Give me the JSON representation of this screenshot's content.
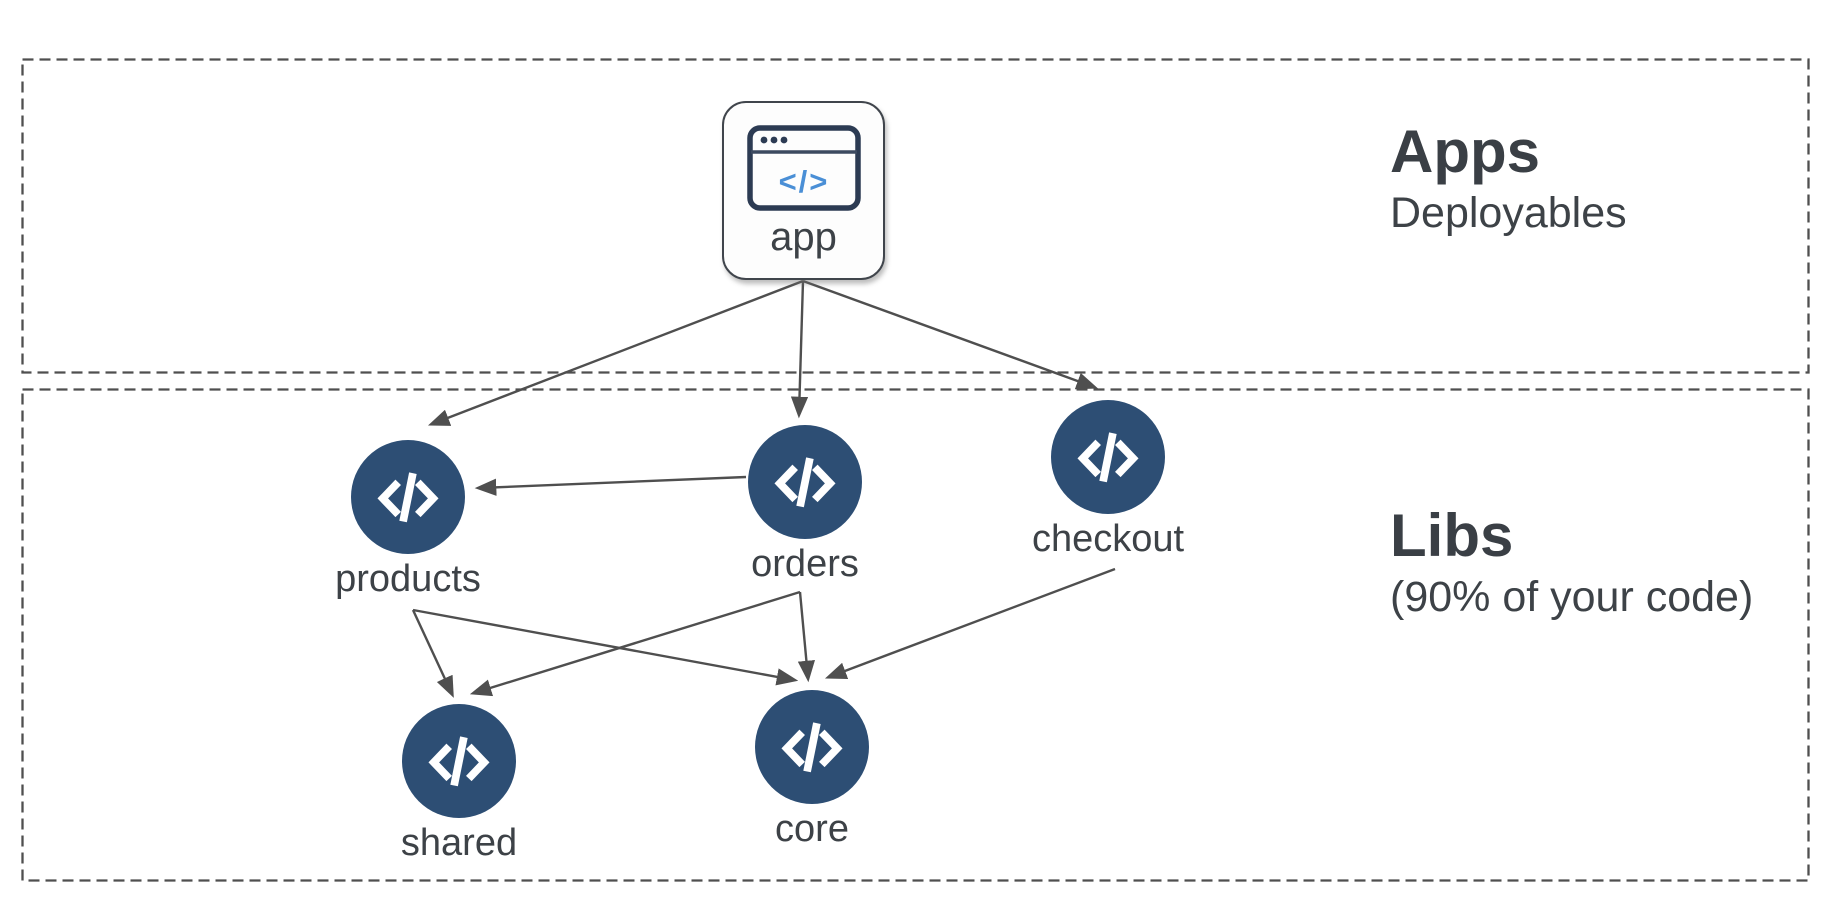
{
  "diagram": {
    "regions": [
      {
        "id": "apps",
        "title": "Apps",
        "subtitle": "Deployables"
      },
      {
        "id": "libs",
        "title": "Libs",
        "subtitle": "(90% of your code)"
      }
    ],
    "nodes": [
      {
        "id": "app",
        "label": "app",
        "kind": "application",
        "region": "apps",
        "icon": "browser-code-icon"
      },
      {
        "id": "products",
        "label": "products",
        "kind": "library",
        "region": "libs",
        "icon": "code-icon"
      },
      {
        "id": "orders",
        "label": "orders",
        "kind": "library",
        "region": "libs",
        "icon": "code-icon"
      },
      {
        "id": "checkout",
        "label": "checkout",
        "kind": "library",
        "region": "libs",
        "icon": "code-icon"
      },
      {
        "id": "shared",
        "label": "shared",
        "kind": "library",
        "region": "libs",
        "icon": "code-icon"
      },
      {
        "id": "core",
        "label": "core",
        "kind": "library",
        "region": "libs",
        "icon": "code-icon"
      }
    ],
    "edges": [
      {
        "from": "app",
        "to": "products"
      },
      {
        "from": "app",
        "to": "orders"
      },
      {
        "from": "app",
        "to": "checkout"
      },
      {
        "from": "orders",
        "to": "products"
      },
      {
        "from": "products",
        "to": "shared"
      },
      {
        "from": "products",
        "to": "core"
      },
      {
        "from": "orders",
        "to": "shared"
      },
      {
        "from": "orders",
        "to": "core"
      },
      {
        "from": "checkout",
        "to": "core"
      }
    ],
    "colors": {
      "library_node_fill": "#2d4e74",
      "node_glyph": "#ffffff",
      "arrow": "#4f4f4f",
      "region_border": "#4f4f4f",
      "text": "#3d4247",
      "app_icon_frame": "#2c3b53",
      "app_icon_code": "#4a8fd6"
    }
  }
}
